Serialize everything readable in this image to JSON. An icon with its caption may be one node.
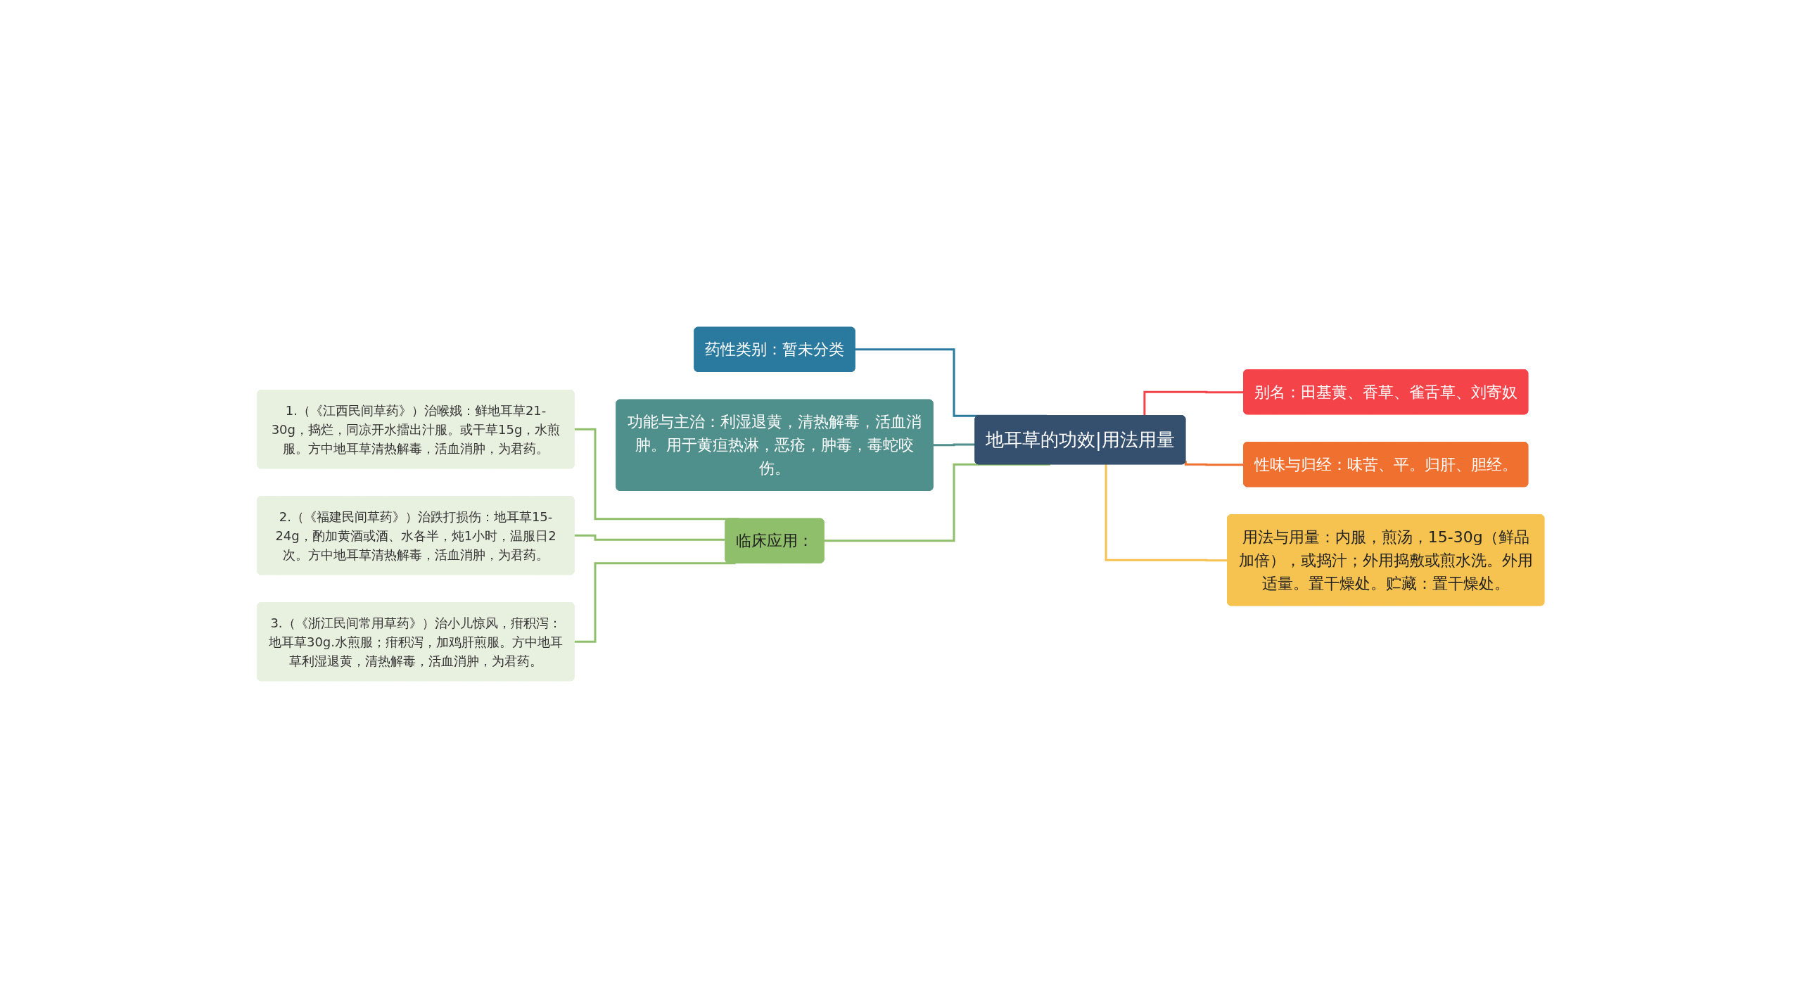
{
  "diagram": {
    "nodes": [
      {
        "text": [
          "地耳草的功效|用法用量"
        ]
      },
      {
        "text": [
          "药性类别：暂未分类"
        ]
      },
      {
        "text": [
          "功能与主治：利湿退黄，清热解毒，活血消肿。用于黄疸热淋，恶疮，肿毒，毒蛇咬伤。"
        ]
      },
      {
        "text": [
          "临床应用："
        ]
      },
      {
        "text": [
          "1.（《江西民间草药》）治喉娥：鲜地耳草21-30g，捣烂，同凉开水擂出汁服。或干草15g，水煎服。方中地耳草清热解毒，活血消肿，为君药。"
        ]
      },
      {
        "text": [
          "2.（《福建民间草药》）治跌打损伤：地耳草15-24g，酌加黄酒或酒、水各半，炖1小时，温服日2次。方中地耳草清热解毒，活血消肿，为君药。"
        ]
      },
      {
        "text": [
          "3.（《浙江民间常用草药》）治小儿惊风，疳积泻：地耳草30g.水煎服；疳积泻，加鸡肝煎服。方中地耳草利湿退黄，清热解毒，活血消肿，为君药。"
        ]
      },
      {
        "text": [
          "别名：田基黄、香草、雀舌草、刘寄奴"
        ]
      },
      {
        "text": [
          "性味与归经：味苦、平。归肝、胆经。"
        ]
      },
      {
        "text": [
          "用法与用量：内服，煎汤，15-30g（鲜品加倍），或捣汁；外用捣敷或煎水洗。外用适量。置干燥处。贮藏：置干燥处。"
        ]
      }
    ],
    "edges": [
      {
        "from": 0,
        "to": 1,
        "arrow": "none",
        "color": "#2a7aa0"
      },
      {
        "from": 0,
        "to": 2,
        "arrow": "none",
        "color": "#4f8f8c"
      },
      {
        "from": 0,
        "to": 3,
        "arrow": "none"
      },
      {
        "from": 3,
        "to": 4,
        "arrow": "none"
      },
      {
        "from": 3,
        "to": 5,
        "arrow": "none"
      },
      {
        "from": 3,
        "to": 6,
        "arrow": "none"
      },
      {
        "from": 0,
        "to": 7,
        "arrow": "none",
        "color": "#f5434a"
      },
      {
        "from": 0,
        "to": 8,
        "arrow": "none",
        "color": "#f07030"
      },
      {
        "from": 0,
        "to": 9,
        "arrow": "none",
        "color": "#f6c350"
      }
    ]
  }
}
